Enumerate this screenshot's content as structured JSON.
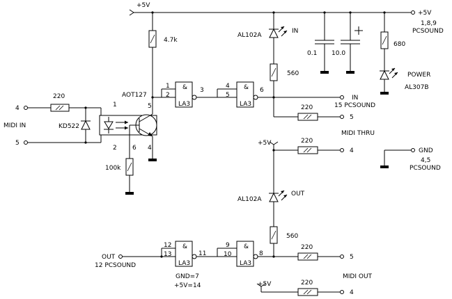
{
  "power": {
    "vcc_top": "+5V",
    "vcc_out_led": "+5V",
    "vcc_bottom": "+5V"
  },
  "pcsound_power": {
    "label": "+5V",
    "pins": "1,8,9",
    "name": "PCSOUND"
  },
  "pcsound_gnd": {
    "label": "GND",
    "pins": "4,5",
    "name": "PCSOUND"
  },
  "midi_in": {
    "label": "MIDI IN",
    "pin4": "4",
    "pin5": "5"
  },
  "midi_thru": {
    "label": "MIDI THRU",
    "pin5": "5",
    "pin4": "4"
  },
  "midi_out": {
    "label": "MIDI OUT",
    "pin5": "5",
    "pin4": "4"
  },
  "in_signal": {
    "label": "IN",
    "pin_name": "15 PCSOUND"
  },
  "out_signal": {
    "label": "OUT",
    "pin_name": "12 PCSOUND"
  },
  "components": {
    "r_in": "220",
    "diode": "KD522",
    "opto": "AOT127",
    "r_base": "100k",
    "r_pullup": "4.7k",
    "led_in": "AL102A",
    "led_in_label": "IN",
    "r_led_in": "560",
    "cap1": "0.1",
    "cap2": "10.0",
    "r_power": "680",
    "led_power": "POWER",
    "led_power_type": "AL307B",
    "r_thru1": "220",
    "r_thru2": "220",
    "led_out": "AL102A",
    "led_out_label": "OUT",
    "r_led_out": "560",
    "r_out1": "220",
    "r_out2": "220"
  },
  "opto_pins": {
    "p1": "1",
    "p2": "2",
    "p4": "4",
    "p5": "5",
    "p6": "6"
  },
  "gates": {
    "g1": {
      "sym": "&",
      "type": "LA3",
      "in_a": "1",
      "in_b": "2",
      "out": "3"
    },
    "g2": {
      "sym": "&",
      "type": "LA3",
      "in_a": "4",
      "in_b": "5",
      "out": "6"
    },
    "g3": {
      "sym": "&",
      "type": "LA3",
      "in_a": "12",
      "in_b": "13",
      "out": "11"
    },
    "g4": {
      "sym": "&",
      "type": "LA3",
      "in_a": "9",
      "in_b": "10",
      "out": "8"
    }
  },
  "ic_power_note": {
    "gnd": "GND=7",
    "vcc": "+5V=14"
  }
}
